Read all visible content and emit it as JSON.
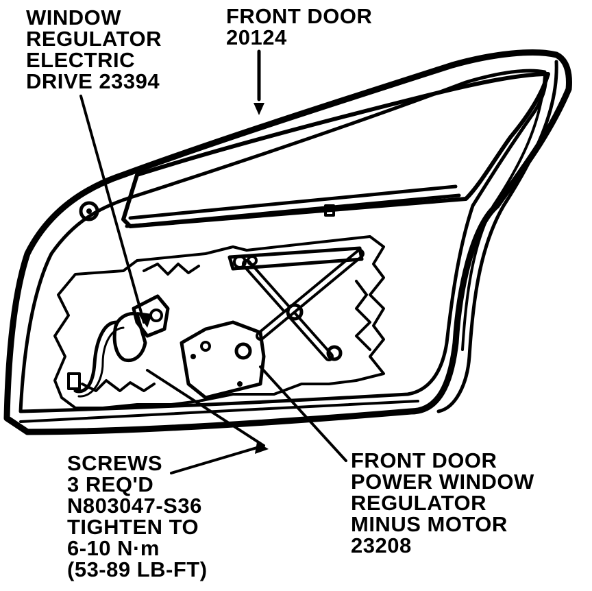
{
  "labels": {
    "drive": [
      "WINDOW",
      "REGULATOR",
      "ELECTRIC",
      "DRIVE 23394"
    ],
    "door": [
      "FRONT DOOR",
      "20124"
    ],
    "screws": [
      "SCREWS",
      "3 REQ'D",
      "N803047-S36",
      "TIGHTEN TO",
      "6-10 N·m",
      "(53-89 LB-FT)"
    ],
    "regulator": [
      "FRONT DOOR",
      "POWER WINDOW",
      "REGULATOR",
      "MINUS MOTOR",
      "23208"
    ]
  },
  "colors": {
    "ink": "#000000",
    "paper": "#ffffff"
  }
}
